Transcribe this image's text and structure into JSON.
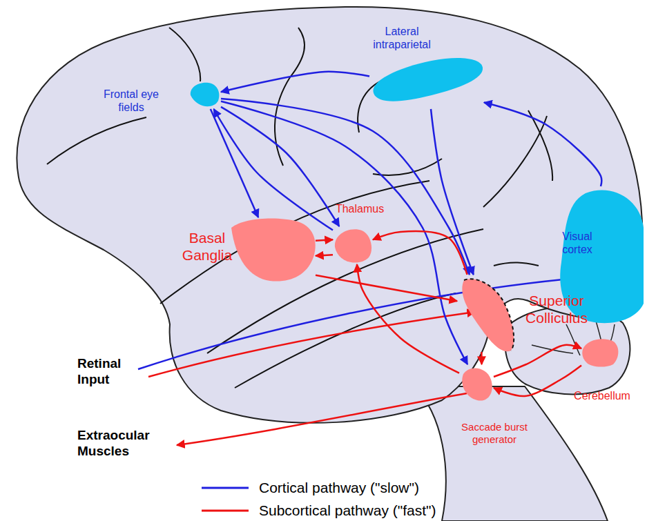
{
  "diagram": {
    "nodes": [
      {
        "text": [
          "Frontal eye fields"
        ]
      },
      {
        "text": [
          "Lateral intraparietal"
        ]
      },
      {
        "text": [
          "Visual cortex"
        ]
      },
      {
        "text": [
          "Basal Ganglia"
        ]
      },
      {
        "text": [
          "Thalamus"
        ]
      },
      {
        "text": [
          "Superior Colliculus"
        ]
      },
      {
        "text": [
          "Saccade burst generator"
        ]
      },
      {
        "text": [
          "Cerebellum"
        ]
      }
    ],
    "edges": [
      {
        "from": 1,
        "to": 0,
        "arrow": "to"
      },
      {
        "from": 2,
        "to": 1,
        "arrow": "to"
      },
      {
        "from": 0,
        "to": 3,
        "arrow": "to"
      },
      {
        "from": 0,
        "to": 4,
        "arrow": "to"
      },
      {
        "from": 4,
        "to": 0,
        "arrow": "to"
      },
      {
        "from": 0,
        "to": 5,
        "arrow": "to"
      },
      {
        "from": 0,
        "to": 6,
        "arrow": "to"
      },
      {
        "from": 1,
        "to": 5,
        "arrow": "to"
      },
      {
        "from": 3,
        "to": 4,
        "arrow": "to"
      },
      {
        "from": 4,
        "to": 3,
        "arrow": "to"
      },
      {
        "from": 3,
        "to": 5,
        "arrow": "to"
      },
      {
        "from": 5,
        "to": 4,
        "arrow": "to"
      },
      {
        "from": 6,
        "to": 4,
        "arrow": "to"
      },
      {
        "from": 5,
        "to": 6,
        "arrow": "to"
      },
      {
        "from": 6,
        "to": 7,
        "arrow": "to"
      },
      {
        "from": 7,
        "to": 6,
        "arrow": "to"
      }
    ],
    "labels": [
      "Retinal Input",
      "Extraocular Muscles"
    ],
    "legend": [
      {
        "text": "Cortical pathway (\"slow\")"
      },
      {
        "text": "Subcortical pathway (\"fast\")"
      }
    ]
  }
}
